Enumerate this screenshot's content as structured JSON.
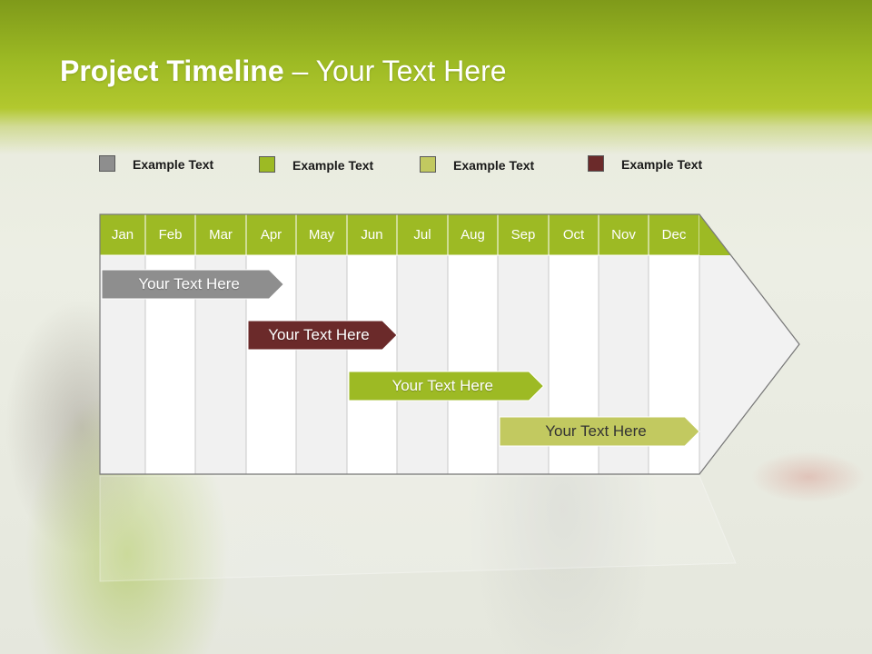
{
  "slide": {
    "title_bold": "Project Timeline",
    "title_rest": " – Your Text Here"
  },
  "legend": [
    {
      "label": "Example Text",
      "color": "#8e8e8e"
    },
    {
      "label": "Example Text",
      "color": "#9dba24"
    },
    {
      "label": "Example Text",
      "color": "#c2c960"
    },
    {
      "label": "Example Text",
      "color": "#6b2a2a"
    }
  ],
  "timeline": {
    "months": [
      "Jan",
      "Feb",
      "Mar",
      "Apr",
      "May",
      "Jun",
      "Jul",
      "Aug",
      "Sep",
      "Oct",
      "Nov",
      "Dec"
    ],
    "header_color": "#9dba24",
    "tasks": [
      {
        "label": "Your  Text Here",
        "start": 0,
        "end": 3.75,
        "color": "#8e8e8e"
      },
      {
        "label": "Your  Text Here",
        "start": 3,
        "end": 6,
        "color": "#6b2a2a"
      },
      {
        "label": "Your  Text Here",
        "start": 5,
        "end": 8.9,
        "color": "#9dba24"
      },
      {
        "label": "Your  Text Here",
        "start": 8,
        "end": 12,
        "color": "#c2c960"
      }
    ]
  }
}
